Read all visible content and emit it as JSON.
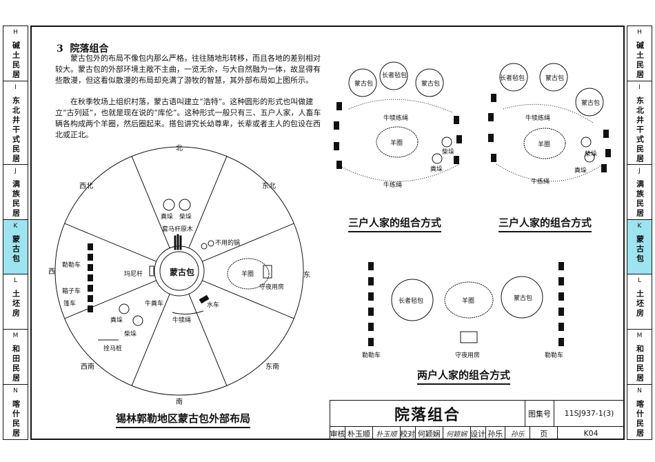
{
  "sidebar_left": [
    {
      "code": "H",
      "name": "碱土民居",
      "active": false
    },
    {
      "code": "I",
      "name": "东北井干式民居",
      "active": false
    },
    {
      "code": "J",
      "name": "满族民居",
      "active": false
    },
    {
      "code": "K",
      "name": "蒙古包",
      "active": true
    },
    {
      "code": "L",
      "name": "土坯房",
      "active": false
    },
    {
      "code": "M",
      "name": "和田民居",
      "active": false
    },
    {
      "code": "N",
      "name": "喀什民居",
      "active": false
    }
  ],
  "sidebar_right": [
    {
      "code": "H",
      "name": "碱土民居",
      "active": false
    },
    {
      "code": "I",
      "name": "东北井干式民居",
      "active": false
    },
    {
      "code": "J",
      "name": "满族民居",
      "active": false
    },
    {
      "code": "K",
      "name": "蒙古包",
      "active": true
    },
    {
      "code": "L",
      "name": "土坯房",
      "active": false
    },
    {
      "code": "M",
      "name": "和田民居",
      "active": false
    },
    {
      "code": "N",
      "name": "喀什民居",
      "active": false
    }
  ],
  "section": {
    "number": "3",
    "title": "院落组合",
    "paragraph1": "蒙古包外的布局不像包内那么严格，往往随地形转移，而且各地的差别相对较大。蒙古包的外部环境主敞不主曲，一览无余，与大自然融为一体，故显得有些散漫，但这看似散漫的布局却充满了游牧的智慧，其外部布局如上图所示。",
    "paragraph2": "在秋季牧场上组织村落，蒙古语叫建立“浩特”。这种圆形的形式也叫做建立“古列延”，也就是现在说的“库伦”。这种形式一般只有三、五户人家，人畜车辆各构成两个羊圈，然后圈起来。搭包讲究长幼尊卑，长辈或者主人的包设在西北或正北。"
  },
  "compass_diagram": {
    "north": "北",
    "south": "南",
    "east": "东",
    "west": "西",
    "northeast": "东北",
    "northwest": "西北",
    "southeast": "东南",
    "southwest": "西南",
    "center": "蒙古包",
    "labels": {
      "dung1": "粪垛",
      "firewood1": "柴垛",
      "pole": "套马杆原木",
      "pot": "不用的锅",
      "sheep_pen": "羊圈",
      "night_house": "守夜用房",
      "lele_cart": "勒勒车",
      "box_cart": "箱子车",
      "tent_cart": "篷车",
      "mani_pole": "玛尼杆",
      "water_cart": "水车",
      "cow_cart": "牛粪车",
      "calf_rope": "牛犊绳",
      "dung2": "粪垛",
      "firewood2": "柴垛",
      "horse_post": "拴马桩"
    },
    "caption": "锡林郭勒地区蒙古包外部布局"
  },
  "three_family_a": {
    "elder_tent": "长者毡包",
    "tent1": "蒙古包",
    "tent2": "蒙古包",
    "calf_rope": "牛犊练绳",
    "sheep_pen": "羊圈",
    "firewood": "柴垛",
    "dung": "粪垛",
    "cattle_rope": "牛练绳",
    "caption": "三户人家的组合方式"
  },
  "three_family_b": {
    "elder_tent": "长者毡包",
    "tent1": "蒙古包",
    "tent2": "蒙古包",
    "calf_rope": "牛犊练绳",
    "sheep_pen": "羊圈",
    "firewood": "柴垛",
    "dung": "粪垛",
    "cattle_rope": "牛练绳",
    "caption": "三户人家的组合方式"
  },
  "two_family": {
    "elder_tent": "长者毡包",
    "sheep_pen": "羊圈",
    "tent": "蒙古包",
    "left_cart": "勒勒车",
    "night_house": "守夜用房",
    "right_cart": "勒勒车",
    "caption": "两户人家的组合方式"
  },
  "title_block": {
    "title": "院落组合",
    "atlas_label": "图集号",
    "atlas_no": "11SJ937-1(3)",
    "review_label": "审核",
    "reviewer": "朴玉顺",
    "reviewer_sig": "朴玉顺",
    "check_label": "校对",
    "checker": "何颖娴",
    "checker_sig": "何颖娴",
    "design_label": "设计",
    "designer": "孙乐",
    "designer_sig": "孙乐",
    "page_label": "页",
    "page_no": "K04"
  }
}
